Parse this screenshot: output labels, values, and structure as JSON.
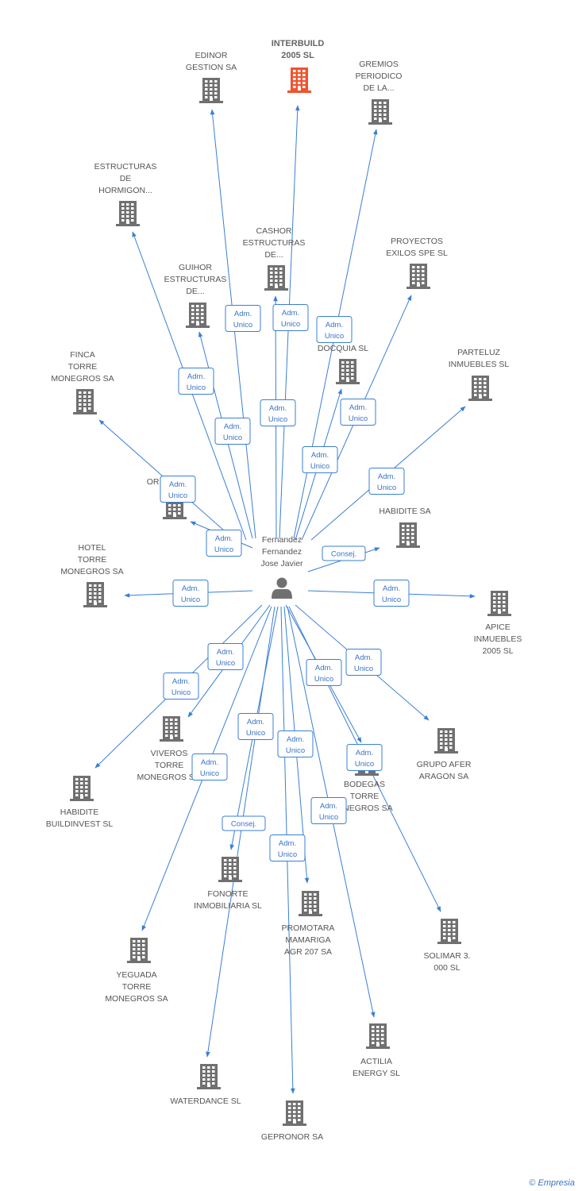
{
  "center": {
    "name_lines": [
      "Fernandez",
      "Fernandez",
      "Jose Javier"
    ],
    "icon": "person-icon"
  },
  "companies": [
    {
      "id": "edinor",
      "lines": [
        "EDINOR",
        "GESTION SA"
      ],
      "highlight": false
    },
    {
      "id": "interbuild",
      "lines": [
        "INTERBUILD",
        "2005 SL"
      ],
      "highlight": true
    },
    {
      "id": "gremios",
      "lines": [
        "GREMIOS",
        "PERIODICO",
        "DE LA..."
      ],
      "highlight": false
    },
    {
      "id": "estructuras-hormigon",
      "lines": [
        "ESTRUCTURAS",
        "DE",
        "HORMIGON..."
      ],
      "highlight": false
    },
    {
      "id": "cashor",
      "lines": [
        "CASHOR",
        "ESTRUCTURAS",
        "DE..."
      ],
      "highlight": false
    },
    {
      "id": "proyectos-exilos",
      "lines": [
        "PROYECTOS",
        "EXILOS SPE  SL"
      ],
      "highlight": false
    },
    {
      "id": "guihor",
      "lines": [
        "GUIHOR",
        "ESTRUCTURAS",
        "DE..."
      ],
      "highlight": false
    },
    {
      "id": "docquia",
      "lines": [
        "...R",
        "DOCQUIA SL"
      ],
      "highlight": false
    },
    {
      "id": "parteluz",
      "lines": [
        "PARTELUZ",
        "INMUEBLES SL"
      ],
      "highlight": false
    },
    {
      "id": "finca-torre",
      "lines": [
        "FINCA",
        "TORRE",
        "MONEGROS SA"
      ],
      "highlight": false
    },
    {
      "id": "or",
      "lines": [
        "OR..."
      ],
      "highlight": false
    },
    {
      "id": "habidite",
      "lines": [
        "HABIDITE SA"
      ],
      "highlight": false
    },
    {
      "id": "hotel-torre",
      "lines": [
        "HOTEL",
        "TORRE",
        "MONEGROS SA"
      ],
      "highlight": false
    },
    {
      "id": "apice",
      "lines": [
        "APICE",
        "INMUEBLES",
        "2005 SL"
      ],
      "highlight": false
    },
    {
      "id": "viveros",
      "lines": [
        "VIVEROS",
        "TORRE",
        "MONEGROS S..."
      ],
      "highlight": false
    },
    {
      "id": "grupo-afer",
      "lines": [
        "GRUPO AFER",
        "ARAGON SA"
      ],
      "highlight": false
    },
    {
      "id": "habidite-build",
      "lines": [
        "HABIDITE",
        "BUILDINVEST SL"
      ],
      "highlight": false
    },
    {
      "id": "bodegas",
      "lines": [
        "BODEGAS",
        "TORRE",
        "...NEGROS SA"
      ],
      "highlight": false
    },
    {
      "id": "fonorte",
      "lines": [
        "FONORTE",
        "INMOBILIARIA SL"
      ],
      "highlight": false
    },
    {
      "id": "promotara",
      "lines": [
        "PROMOTARA",
        "MAMARIGA",
        "AGR 207 SA"
      ],
      "highlight": false
    },
    {
      "id": "solimar",
      "lines": [
        "SOLIMAR 3.",
        "000 SL"
      ],
      "highlight": false
    },
    {
      "id": "yeguada",
      "lines": [
        "YEGUADA",
        "TORRE",
        "MONEGROS SA"
      ],
      "highlight": false
    },
    {
      "id": "actilia",
      "lines": [
        "ACTILIA",
        "ENERGY SL"
      ],
      "highlight": false
    },
    {
      "id": "waterdance",
      "lines": [
        "WATERDANCE SL"
      ],
      "highlight": false
    },
    {
      "id": "gepronor",
      "lines": [
        "GEPRONOR SA"
      ],
      "highlight": false
    }
  ],
  "relations": [
    {
      "to": "edinor",
      "lines": [
        "Adm.",
        "Unico"
      ]
    },
    {
      "to": "interbuild",
      "lines": [
        "Adm.",
        "Unico"
      ]
    },
    {
      "to": "gremios",
      "lines": [
        "Adm.",
        "Unico"
      ]
    },
    {
      "to": "estructuras-hormigon",
      "lines": [
        "Adm.",
        "Unico"
      ]
    },
    {
      "to": "cashor",
      "lines": [
        "Adm.",
        "Unico"
      ]
    },
    {
      "to": "proyectos-exilos",
      "lines": [
        "Adm.",
        "Unico"
      ]
    },
    {
      "to": "guihor",
      "lines": [
        "Adm.",
        "Unico"
      ]
    },
    {
      "to": "docquia",
      "lines": [
        "Adm.",
        "Unico"
      ]
    },
    {
      "to": "parteluz",
      "lines": [
        "Adm.",
        "Unico"
      ]
    },
    {
      "to": "finca-torre",
      "lines": [
        "Adm.",
        "Unico"
      ]
    },
    {
      "to": "or",
      "lines": [
        "Adm.",
        "Unico"
      ]
    },
    {
      "to": "habidite",
      "lines": [
        "Consej."
      ]
    },
    {
      "to": "hotel-torre",
      "lines": [
        "Adm.",
        "Unico"
      ]
    },
    {
      "to": "apice",
      "lines": [
        "Adm.",
        "Unico"
      ]
    },
    {
      "to": "viveros",
      "lines": [
        "Adm.",
        "Unico"
      ]
    },
    {
      "to": "habidite-build",
      "lines": [
        "Adm.",
        "Unico"
      ]
    },
    {
      "to": "grupo-afer",
      "lines": [
        "Adm.",
        "Unico"
      ]
    },
    {
      "to": "bodegas",
      "lines": [
        "Adm.",
        "Unico"
      ]
    },
    {
      "to": "solimar",
      "lines": [
        "Adm.",
        "Unico"
      ]
    },
    {
      "to": "yeguada",
      "lines": [
        "Adm.",
        "Unico"
      ]
    },
    {
      "to": "waterdance",
      "lines": [
        "Adm.",
        "Unico"
      ]
    },
    {
      "to": "fonorte",
      "lines": [
        "Consej."
      ]
    },
    {
      "to": "gepronor",
      "lines": [
        "Adm.",
        "Unico"
      ]
    },
    {
      "to": "promotara",
      "lines": [
        "Adm.",
        "Unico"
      ]
    },
    {
      "to": "actilia",
      "lines": [
        "Adm.",
        "Unico"
      ]
    }
  ],
  "colors": {
    "edge": "#3a7fd5",
    "node": "#707070",
    "highlight": "#f0532d",
    "box_text": "#3a73c4"
  },
  "footer": {
    "copyright": "©",
    "brand": "Empresia"
  }
}
